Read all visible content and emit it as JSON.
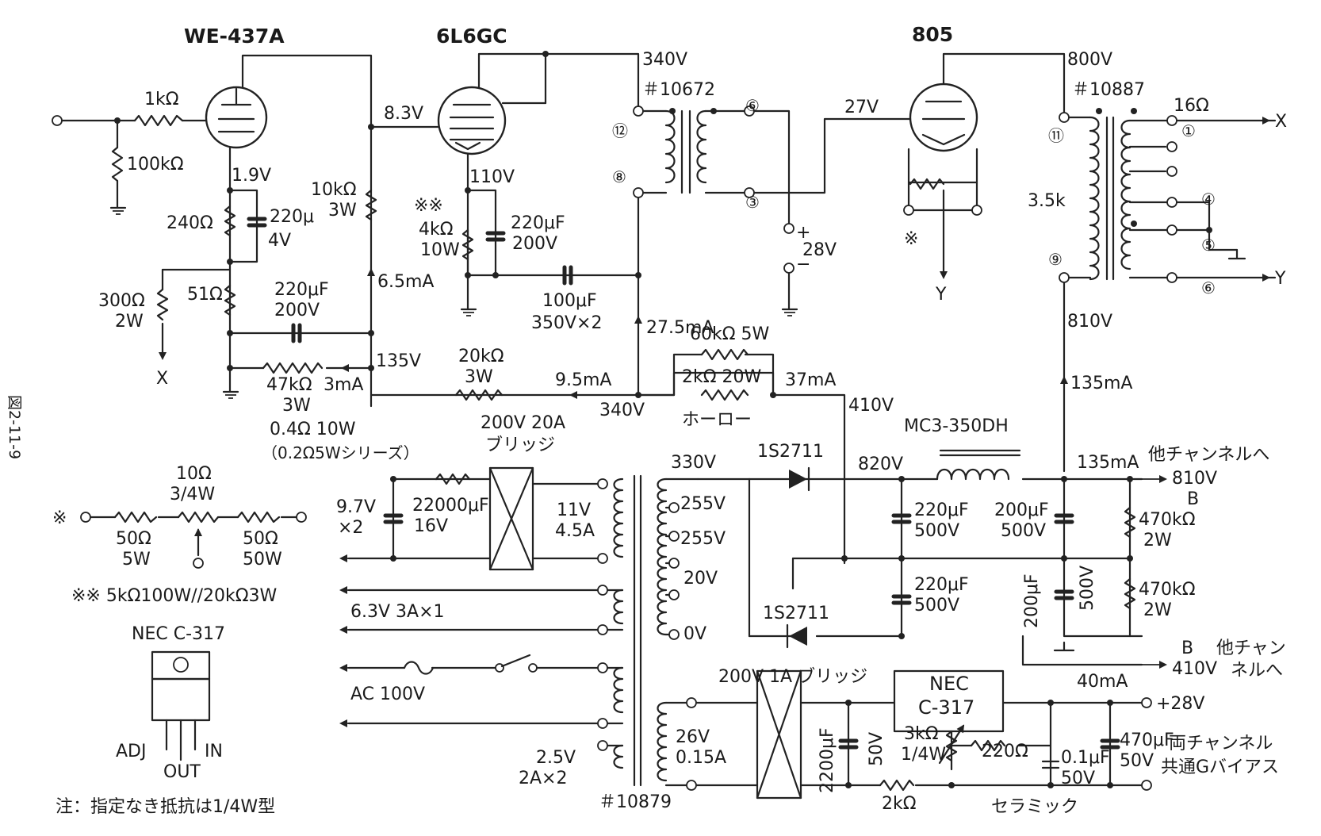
{
  "figure_id": "図2-11-9",
  "tubes": {
    "v1": "WE-437A",
    "v2": "6L6GC",
    "v3": "805"
  },
  "transformers": {
    "interstage": "＃10672",
    "output": "＃10887",
    "power": "＃10879"
  },
  "interstage_pins": {
    "p12": "⑫",
    "p8": "⑧",
    "p6": "⑥",
    "p3": "③"
  },
  "output_pins": {
    "p11": "⑪",
    "p9": "⑨",
    "p1": "①",
    "p4": "④",
    "p5": "⑤",
    "p6": "⑥"
  },
  "stage1": {
    "r_grid": "1kΩ",
    "r_gleak": "100kΩ",
    "v_cathode": "1.9V",
    "r_k1": "240Ω",
    "c_k_value": "220μ",
    "c_k_volt": "4V",
    "r_k2": "51Ω",
    "r_bias_value": "300Ω",
    "r_bias_watt": "2W",
    "x_label": "X",
    "c_dec_value": "220μF",
    "c_dec_volt": "200V",
    "r_drop_value": "47kΩ",
    "r_drop_watt": "3W",
    "i_drop": "3mA",
    "v_b": "135V",
    "v_plate": "8.3V",
    "r_load_value": "10kΩ",
    "r_load_watt": "3W",
    "i_plate": "6.5mA"
  },
  "stage2": {
    "v_plate": "340V",
    "v_cathode": "110V",
    "r_k_mark": "※※",
    "r_k_value": "4kΩ",
    "r_k_watt": "10W",
    "c_k_value": "220μF",
    "c_k_volt": "200V",
    "c_cpl_value": "100μF",
    "c_cpl_volt": "350V×2",
    "i_plate": "27.5mA",
    "r_20k_value": "20kΩ",
    "r_20k_watt": "3W",
    "i_9": "9.5mA",
    "v_b": "340V"
  },
  "stage3": {
    "v_grid": "27V",
    "bias": "28V",
    "plus": "+",
    "minus": "−",
    "mark": "※",
    "y_label": "Y",
    "v_plate": "800V",
    "imp": "3.5k",
    "out_16": "16Ω",
    "x_out": "X",
    "y_out": "Y",
    "v_b": "810V",
    "i_b": "135mA"
  },
  "hum_pot": {
    "r_60k": "60kΩ 5W",
    "r_2k": "2kΩ 20W",
    "enamel": "ホーロー",
    "i_37": "37mA",
    "v_410": "410V"
  },
  "heater": {
    "r_04": "0.4Ω 10W",
    "r_04_note": "（0.2Ω5Wシリーズ）",
    "bridge": "200V 20A",
    "bridge2": "ブリッジ",
    "v_out": "9.7V",
    "v_out2": "×2",
    "c_value": "22000μF",
    "c_volt": "16V",
    "sec_v": "11V",
    "sec_a": "4.5A"
  },
  "power": {
    "tap_330": "330V",
    "tap_255a": "255V",
    "tap_255b": "255V",
    "tap_20": "20V",
    "tap_0": "0V",
    "h63": "6.3V  3A×1",
    "ac": "AC 100V",
    "h25_v": "2.5V",
    "h25_a": "2A×2",
    "bias_v": "26V",
    "bias_a": "0.15A"
  },
  "supply": {
    "d1": "1S2711",
    "d2": "1S2711",
    "v_820": "820V",
    "choke": "MC3-350DH",
    "i_135": "135mA",
    "to_other": "他チャンネルへ",
    "v_810": "810V",
    "b1": "B",
    "c1_value": "220μF",
    "c1_volt": "500V",
    "c2_value": "200μF",
    "c2_volt": "500V",
    "c3_value": "220μF",
    "c3_volt": "500V",
    "c4_value": "200μF",
    "c4_volt": "500V",
    "r1_value": "470kΩ",
    "r1_watt": "2W",
    "r2_value": "470kΩ",
    "r2_watt": "2W",
    "b2": "B",
    "other2a": "他チャン",
    "other2b": "ネルへ",
    "v_410": "410V"
  },
  "bias_supply": {
    "bridge": "200V 1A ブリッジ",
    "ic1": "NEC",
    "ic2": "C-317",
    "i_40": "40mA",
    "v_28": "+28V",
    "c1_value": "2200μF",
    "c1_volt": "50V",
    "r_3k": "3kΩ",
    "r_3k_w": "1/4W",
    "r_220": "220Ω",
    "r_2k": "2kΩ",
    "c_01_value": "0.1μF",
    "c_01_volt": "50V",
    "ceramic": "セラミック",
    "c_470_value": "470μF",
    "c_470_volt": "50V",
    "common1": "両チャンネル",
    "common2": "共通Gバイアス"
  },
  "legend": {
    "mark1": "※",
    "r10": "10Ω",
    "r10_w": "3/4W",
    "r50a": "50Ω",
    "r50a_w": "5W",
    "r50b": "50Ω",
    "r50b_w": "50W",
    "mark2": "※※ 5kΩ100W//20kΩ3W",
    "ic_title": "NEC C-317",
    "pin_adj": "ADJ",
    "pin_out": "OUT",
    "pin_in": "IN",
    "note": "注：指定なき抵抗は1/4W型"
  }
}
